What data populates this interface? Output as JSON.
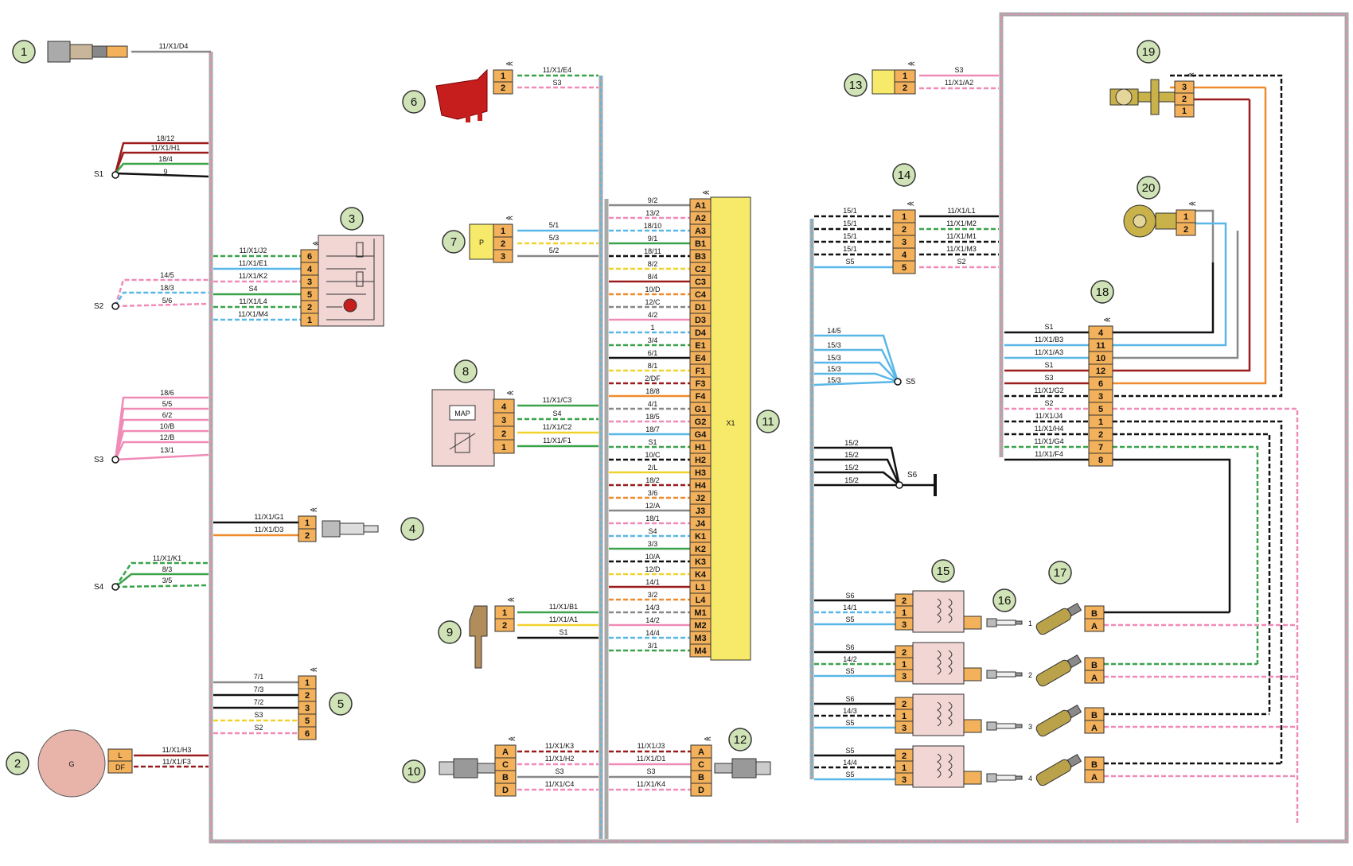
{
  "colors": {
    "badge": "#cfe3b6",
    "connector": "#f2b15a",
    "ecu": "#f7e96a",
    "housing": "#f1d6d4",
    "harness": "#9f9f9f",
    "red_part": "#c61d1d",
    "generator": "#e8b3a8",
    "sensor_yellow": "#f7e96a",
    "wire_pink": "#f08bb7",
    "wire_blue": "#59b7e8",
    "wire_green": "#3aa34a",
    "wire_black": "#111111",
    "wire_red": "#9b1c1c",
    "wire_orange": "#ef8b2c",
    "wire_gray": "#888888",
    "wire_yellow": "#f1d22b"
  },
  "ecu": {
    "label": "X1",
    "pins": [
      "A1",
      "A2",
      "A3",
      "B1",
      "B3",
      "C2",
      "C3",
      "C4",
      "D1",
      "D3",
      "D4",
      "E1",
      "E4",
      "F1",
      "F3",
      "F4",
      "G1",
      "G2",
      "G4",
      "H1",
      "H2",
      "H3",
      "H4",
      "J2",
      "J3",
      "J4",
      "K1",
      "K2",
      "K3",
      "K4",
      "L1",
      "L4",
      "M1",
      "M2",
      "M3",
      "M4"
    ],
    "wires": [
      "9/2",
      "13/2",
      "18/10",
      "9/1",
      "18/11",
      "8/2",
      "8/4",
      "10/D",
      "12/C",
      "4/2",
      "1",
      "3/4",
      "6/1",
      "8/1",
      "2/DF",
      "18/8",
      "4/1",
      "18/5",
      "18/7",
      "S1",
      "10/C",
      "2/L",
      "18/2",
      "3/6",
      "12/A",
      "18/1",
      "S4",
      "3/3",
      "10/A",
      "12/D",
      "14/1",
      "3/2",
      "14/3",
      "14/2",
      "14/4",
      "3/1"
    ]
  },
  "components": {
    "c1": {
      "badge": "1",
      "wire": "11/X1/D4"
    },
    "c2": {
      "badge": "2",
      "symbol": "G",
      "pins": [
        "L",
        "DF"
      ],
      "wires": [
        "11/X1/H3",
        "11/X1/F3"
      ]
    },
    "c3": {
      "badge": "3",
      "pins": [
        "6",
        "4",
        "3",
        "5",
        "2",
        "1"
      ],
      "wires": [
        "11/X1/J2",
        "11/X1/E1",
        "11/X1/K2",
        "S4",
        "11/X1/L4",
        "11/X1/M4"
      ]
    },
    "c4": {
      "badge": "4",
      "pins": [
        "1",
        "2"
      ],
      "wires": [
        "11/X1/G1",
        "11/X1/D3"
      ]
    },
    "c5": {
      "badge": "5",
      "pins": [
        "1",
        "2",
        "3",
        "5",
        "6"
      ],
      "wires": [
        "7/1",
        "7/3",
        "7/2",
        "S3",
        "S2"
      ]
    },
    "c6": {
      "badge": "6",
      "pins": [
        "1",
        "2"
      ],
      "wires": [
        "11/X1/E4",
        "S3"
      ]
    },
    "c7": {
      "badge": "7",
      "symbol": "P",
      "pins": [
        "1",
        "2",
        "3"
      ],
      "wires": [
        "5/1",
        "5/3",
        "5/2"
      ]
    },
    "c8": {
      "badge": "8",
      "symbol": "MAP",
      "pins": [
        "4",
        "3",
        "2",
        "1"
      ],
      "wires": [
        "11/X1/C3",
        "S4",
        "11/X1/C2",
        "11/X1/F1"
      ]
    },
    "c9": {
      "badge": "9",
      "pins": [
        "1",
        "2"
      ],
      "wires": [
        "11/X1/B1",
        "11/X1/A1",
        "S1"
      ]
    },
    "c10": {
      "badge": "10",
      "pins": [
        "A",
        "C",
        "B",
        "D"
      ],
      "wires": [
        "11/X1/K3",
        "11/X1/H2",
        "S3",
        "11/X1/C4"
      ]
    },
    "c11": {
      "badge": "11"
    },
    "c12": {
      "badge": "12",
      "pins": [
        "A",
        "C",
        "B",
        "D"
      ],
      "wires": [
        "11/X1/J3",
        "11/X1/D1",
        "S3",
        "11/X1/K4"
      ]
    },
    "c13": {
      "badge": "13",
      "pins": [
        "1",
        "2"
      ],
      "wires": [
        "S3",
        "11/X1/A2"
      ]
    },
    "c14": {
      "badge": "14",
      "pins": [
        "1",
        "2",
        "3",
        "4",
        "5"
      ],
      "wires_left": [
        "15/1",
        "15/1",
        "15/1",
        "15/1",
        "S5"
      ],
      "wires_right": [
        "11/X1/L1",
        "11/X1/M2",
        "11/X1/M1",
        "11/X1/M3",
        "S2"
      ]
    },
    "c15": {
      "badge": "15"
    },
    "c16": {
      "badge": "16"
    },
    "c17": {
      "badge": "17"
    },
    "c18": {
      "badge": "18",
      "pins": [
        "4",
        "11",
        "10",
        "12",
        "6",
        "3",
        "5",
        "1",
        "2",
        "7",
        "8"
      ],
      "wires": [
        "S1",
        "11/X1/B3",
        "11/X1/A3",
        "S1",
        "S3",
        "11/X1/G2",
        "S2",
        "11/X1/J4",
        "11/X1/H4",
        "11/X1/G4",
        "11/X1/F4"
      ]
    },
    "c19": {
      "badge": "19",
      "pins": [
        "3",
        "2",
        "1"
      ]
    },
    "c20": {
      "badge": "20",
      "pins": [
        "1",
        "2"
      ]
    }
  },
  "splices": {
    "S1": {
      "label": "S1",
      "wires": [
        "18/12",
        "11/X1/H1",
        "18/4",
        "9"
      ]
    },
    "S2": {
      "label": "S2",
      "wires": [
        "14/5",
        "18/3",
        "5/6"
      ]
    },
    "S3": {
      "label": "S3",
      "wires": [
        "18/6",
        "5/5",
        "6/2",
        "10/B",
        "12/B",
        "13/1"
      ]
    },
    "S4": {
      "label": "S4",
      "wires": [
        "11/X1/K1",
        "8/3",
        "3/5"
      ]
    },
    "S5": {
      "label": "S5",
      "wires": [
        "14/5",
        "15/3",
        "15/3",
        "15/3",
        "15/3"
      ]
    },
    "S6": {
      "label": "S6",
      "wires": [
        "15/2",
        "15/2",
        "15/2",
        "15/2"
      ]
    }
  },
  "coils": [
    {
      "pins": [
        "2",
        "1",
        "3"
      ],
      "wires": [
        "S6",
        "14/1",
        "S5"
      ],
      "cyl": "1"
    },
    {
      "pins": [
        "2",
        "1",
        "3"
      ],
      "wires": [
        "S6",
        "14/2",
        "S5"
      ],
      "cyl": "2"
    },
    {
      "pins": [
        "2",
        "1",
        "3"
      ],
      "wires": [
        "S6",
        "14/3",
        "S5"
      ],
      "cyl": "3"
    },
    {
      "pins": [
        "2",
        "1",
        "3"
      ],
      "wires": [
        "S5",
        "14/4",
        "S5"
      ],
      "cyl": "4"
    }
  ],
  "injectors": [
    {
      "pins": [
        "B",
        "A"
      ]
    },
    {
      "pins": [
        "B",
        "A"
      ]
    },
    {
      "pins": [
        "B",
        "A"
      ]
    },
    {
      "pins": [
        "B",
        "A"
      ]
    }
  ]
}
